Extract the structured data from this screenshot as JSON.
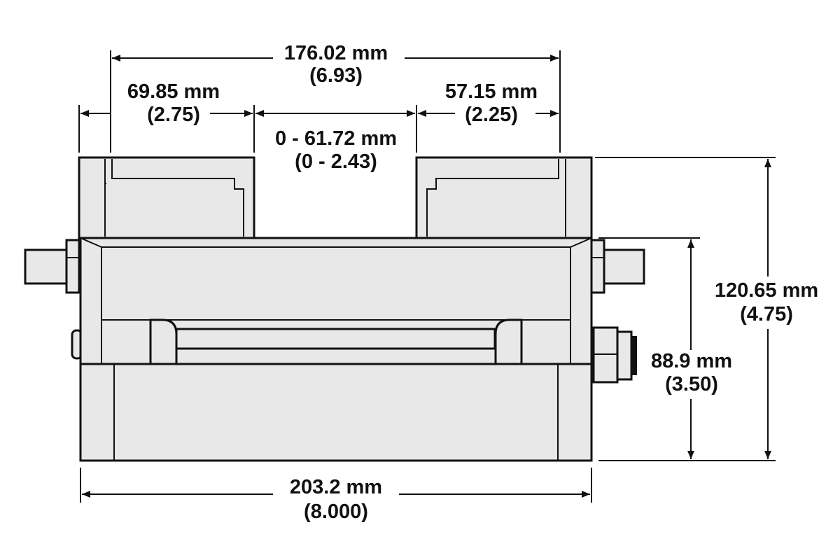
{
  "colors": {
    "part_fill": "#e8e8e8",
    "line": "#111111",
    "background": "#ffffff"
  },
  "dimensions": {
    "overall_jaw_span": {
      "metric": "176.02 mm",
      "imperial": "(6.93)"
    },
    "left_jaw_width": {
      "metric": "69.85 mm",
      "imperial": "(2.75)"
    },
    "right_jaw_width": {
      "metric": "57.15 mm",
      "imperial": "(2.25)"
    },
    "jaw_opening": {
      "metric": "0 - 61.72 mm",
      "imperial": "(0 - 2.43)"
    },
    "overall_height": {
      "metric": "120.65 mm",
      "imperial": "(4.75)"
    },
    "body_height": {
      "metric": "88.9 mm",
      "imperial": "(3.50)"
    },
    "base_length": {
      "metric": "203.2 mm",
      "imperial": "(8.000)"
    }
  }
}
